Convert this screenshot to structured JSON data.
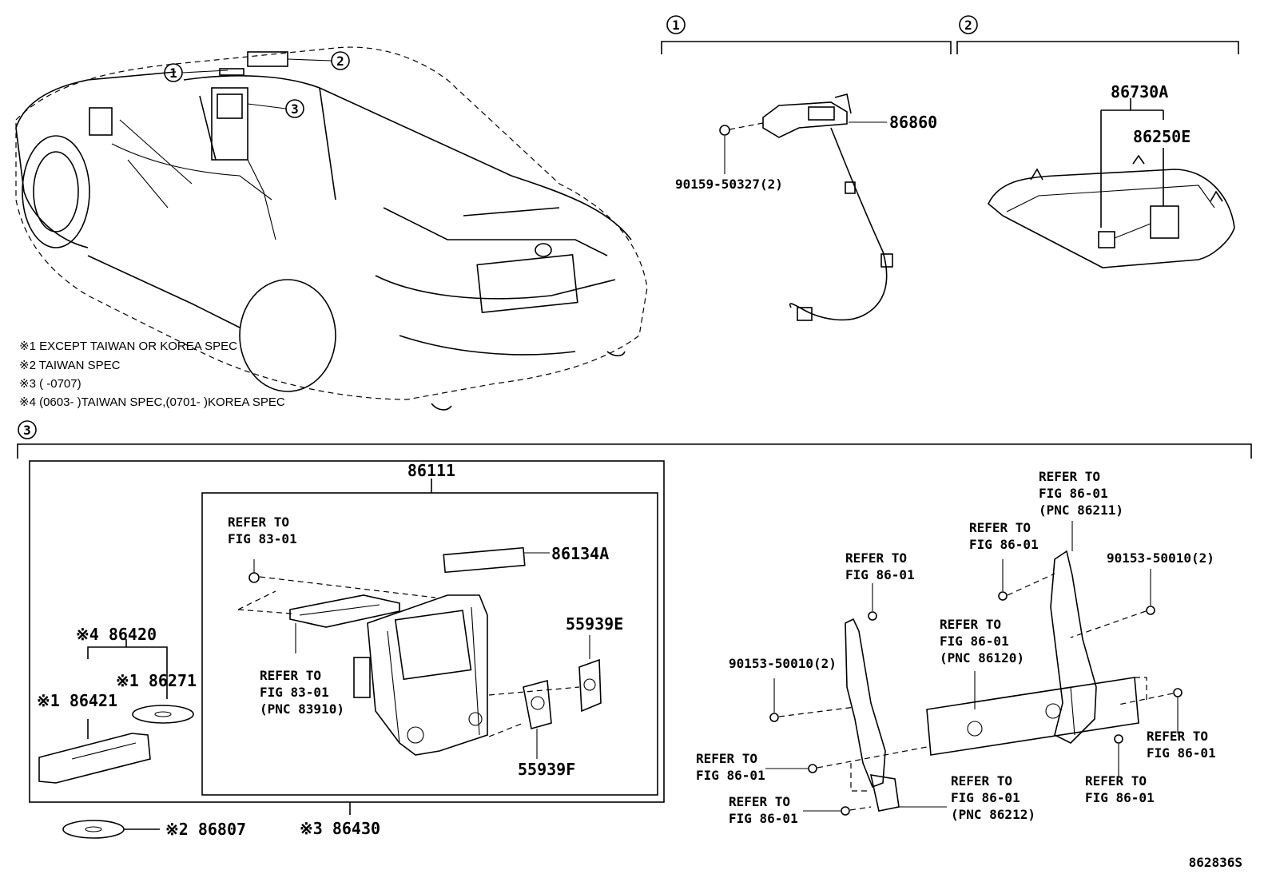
{
  "callouts": {
    "c1": "1",
    "c2": "2",
    "c3": "3"
  },
  "notes": {
    "n1": "※1 EXCEPT TAIWAN OR KOREA SPEC",
    "n2": "※2 TAIWAN SPEC",
    "n3": "※3 (       -0707)",
    "n4": "※4 (0603-       )TAIWAN SPEC,(0701-       )KOREA SPEC"
  },
  "parts": {
    "p86860": "86860",
    "p90159": "90159-50327(2)",
    "p86730A": "86730A",
    "p86250E": "86250E",
    "p86111": "86111",
    "p86134A": "86134A",
    "p55939E": "55939E",
    "p55939F": "55939F",
    "p86420": "※4 86420",
    "p86271": "※1 86271",
    "p86421": "※1 86421",
    "p86807": "※2 86807",
    "p86430": "※3 86430",
    "p90153a": "90153-50010(2)",
    "p90153b": "90153-50010(2)"
  },
  "refs": {
    "r1": [
      "REFER TO",
      "FIG 83-01"
    ],
    "r2": [
      "REFER TO",
      "FIG 83-01",
      "(PNC 83910)"
    ],
    "r3": [
      "REFER TO",
      "FIG 86-01"
    ],
    "r4": [
      "REFER TO",
      "FIG 86-01",
      "(PNC 86211)"
    ],
    "r5": [
      "REFER TO",
      "FIG 86-01"
    ],
    "r6": [
      "REFER TO",
      "FIG 86-01",
      "(PNC 86120)"
    ],
    "r7": [
      "REFER TO",
      "FIG 86-01"
    ],
    "r8": [
      "REFER TO",
      "FIG 86-01"
    ],
    "r9": [
      "REFER TO",
      "FIG 86-01"
    ],
    "r10": [
      "REFER TO",
      "FIG 86-01",
      "(PNC 86212)"
    ],
    "r11": [
      "REFER TO",
      "FIG 86-01"
    ]
  },
  "figure_id": "862836S"
}
